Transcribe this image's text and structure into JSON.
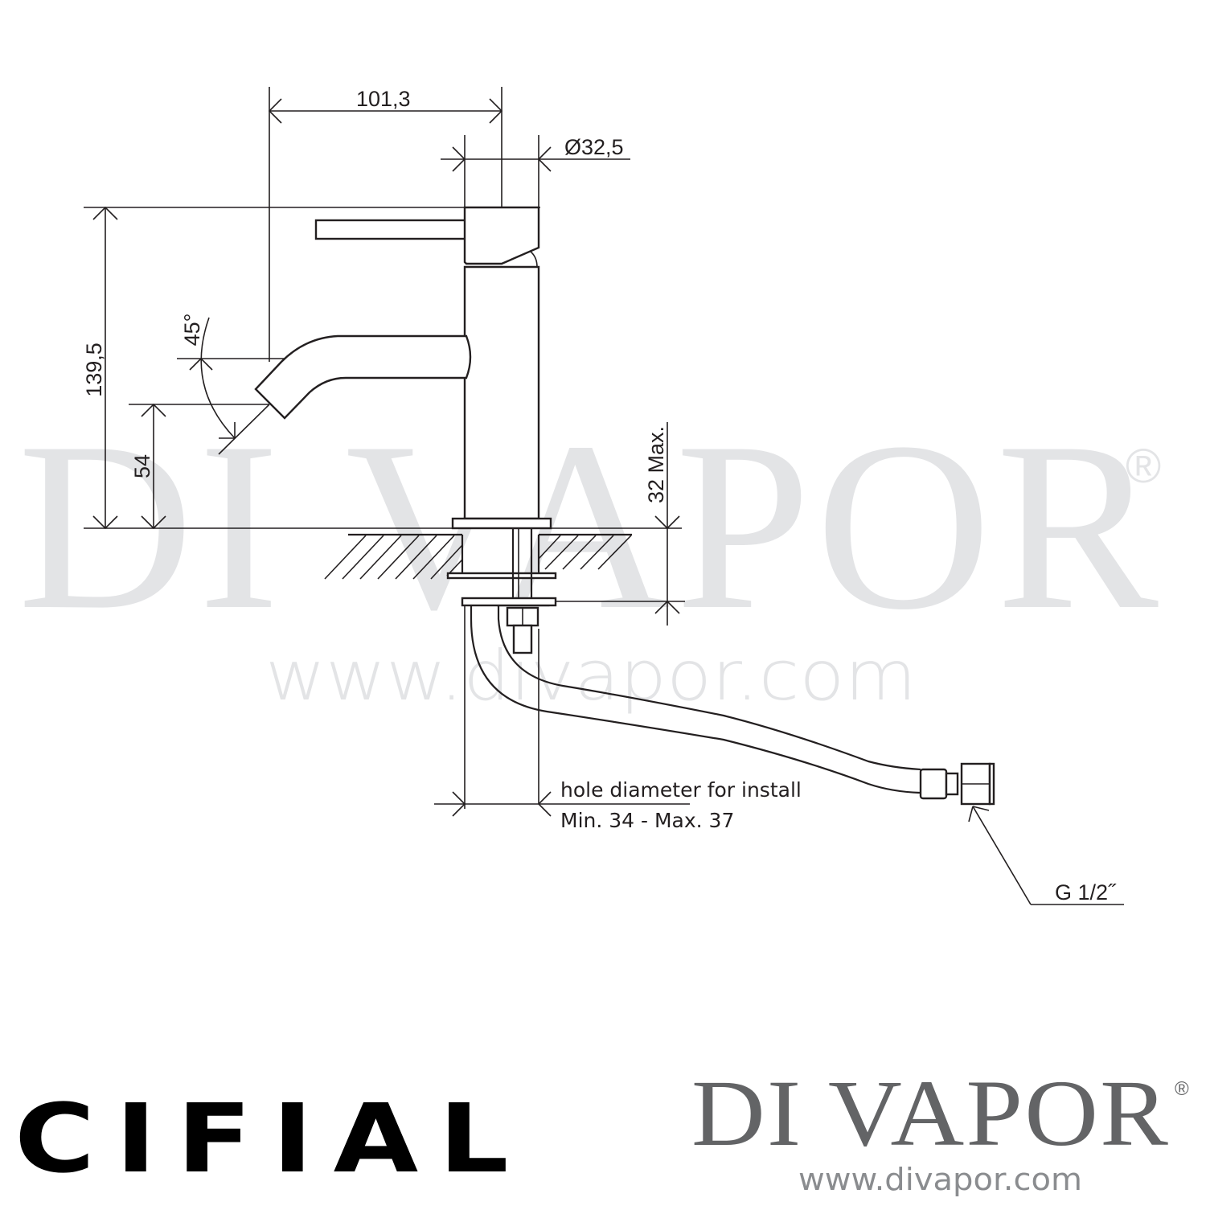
{
  "watermark": {
    "brand": "DI VAPOR",
    "registered": "®",
    "url": "www.divapor.com",
    "color": "#e3e4e6"
  },
  "drawing": {
    "subject": "Basin mixer tap technical drawing",
    "dimensions": {
      "spout_reach": "101,3",
      "body_diameter": "Ø32,5",
      "total_height": "139,5",
      "spout_height": "54",
      "spout_angle": "45°",
      "max_deck_thickness": "32 Max."
    },
    "notes": {
      "hole_line1": "hole diameter for install",
      "hole_line2": "Min. 34 - Max. 37",
      "connection": "G 1/2˝"
    },
    "line_color": "#231f20"
  },
  "footer": {
    "left_logo": "CIFIAL",
    "right_logo": "DI VAPOR",
    "right_logo_reg": "®",
    "right_url": "www.divapor.com",
    "right_logo_color": "#636466"
  }
}
